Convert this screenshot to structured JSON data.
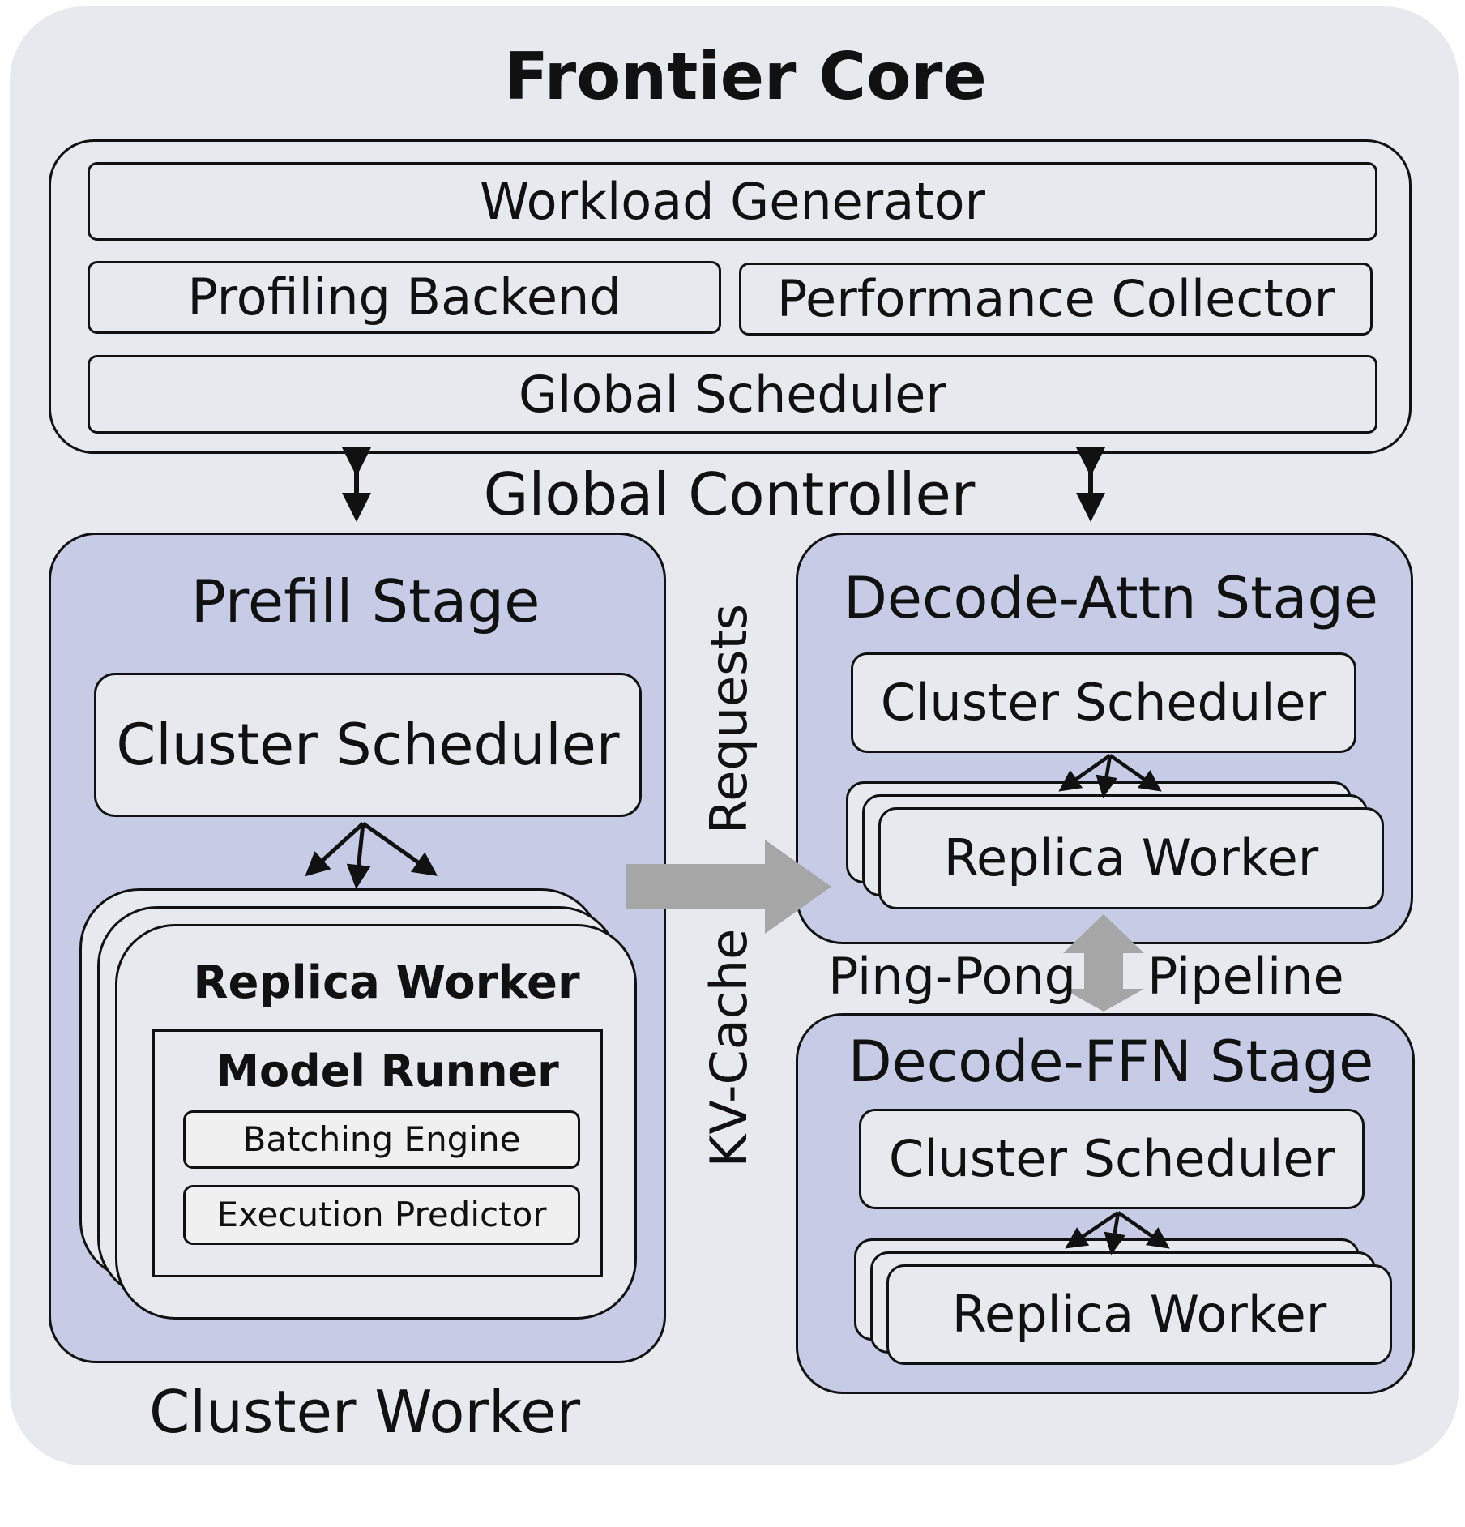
{
  "title": "Frontier Core",
  "global_controller": {
    "label": "Global Controller",
    "workload_generator": "Workload Generator",
    "profiling_backend": "Profiling Backend",
    "performance_collector": "Performance Collector",
    "global_scheduler": "Global Scheduler"
  },
  "cluster_worker_label": "Cluster Worker",
  "prefill": {
    "title": "Prefill Stage",
    "cluster_scheduler": "Cluster Scheduler",
    "replica_worker": "Replica Worker",
    "model_runner": "Model Runner",
    "batching_engine": "Batching Engine",
    "execution_predictor": "Execution Predictor"
  },
  "decode_attn": {
    "title": "Decode-Attn Stage",
    "cluster_scheduler": "Cluster Scheduler",
    "replica_worker": "Replica Worker"
  },
  "decode_ffn": {
    "title": "Decode-FFN Stage",
    "cluster_scheduler": "Cluster Scheduler",
    "replica_worker": "Replica Worker"
  },
  "flow_labels": {
    "requests": "Requests",
    "kv_cache": "KV-Cache",
    "ping_pong": "Ping-Pong",
    "pipeline": "Pipeline"
  },
  "colors": {
    "background": "#e6eaee",
    "stage_fill": "#c7cce6",
    "flow_arrow": "#a6a6a6",
    "stroke": "#111111"
  }
}
